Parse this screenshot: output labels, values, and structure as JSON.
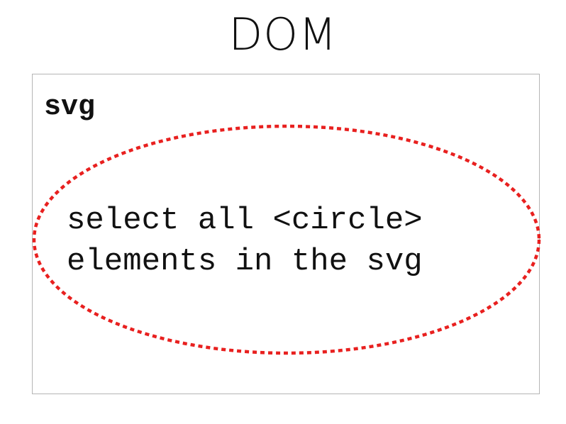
{
  "title": "DOM",
  "container": {
    "label": "svg"
  },
  "selection": {
    "line1": "select all <circle>",
    "line2": "elements in the svg",
    "outline_color": "#e8201f"
  }
}
